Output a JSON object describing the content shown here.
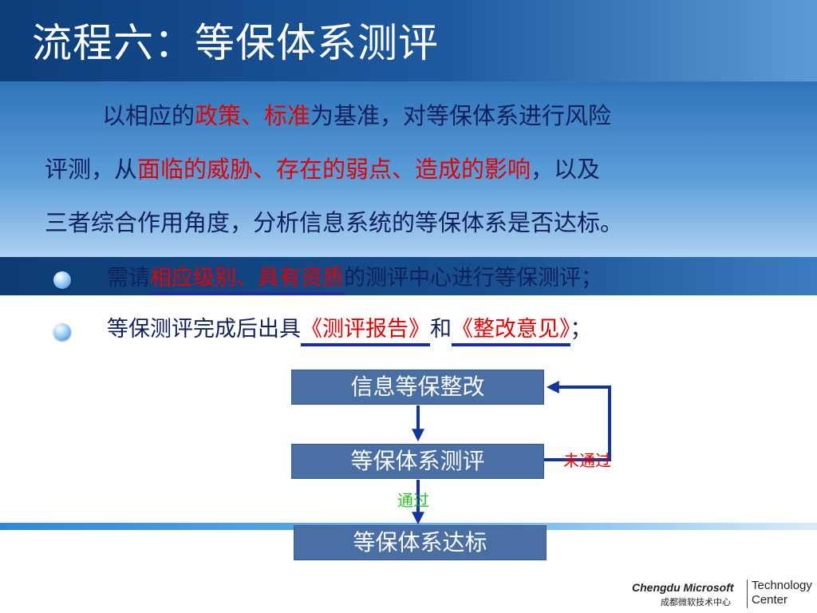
{
  "slide": {
    "title": "流程六：等保体系测评",
    "paragraph": {
      "l1_a": "以相应的",
      "l1_b": "政策、标准",
      "l1_c": "为基准，对等保体系进行风险",
      "l2_a": "评测，从",
      "l2_b": "面临的威胁、存在的弱点、造成的影响",
      "l2_c": "，以及",
      "l3": "三者综合作用角度，分析信息系统的等保体系是否达标。"
    },
    "bullets": [
      {
        "a": "需请",
        "b": "相应级别、具有资质",
        "c": "的测评中心进行等保测评；"
      },
      {
        "a": "等保测评完成后出具",
        "b": "《测评报告》",
        "c": "和",
        "d": "《整改意见》",
        "e": "；"
      }
    ],
    "flow": {
      "box_rectify": "信息等保整改",
      "box_assess": "等保体系测评",
      "box_pass": "等保体系达标",
      "label_fail": "未通过",
      "label_pass": "通过"
    },
    "logo": {
      "en": "Chengdu Microsoft",
      "cn": "成都微软技术中心",
      "tech_1": "Technology",
      "tech_2": "Center"
    },
    "colors": {
      "title_blue": "#0b3d78",
      "text_navy": "#10205a",
      "highlight_red": "#e60000",
      "flow_box": "#4a6fa5",
      "arrow": "#13349a",
      "pass_green": "#2dbd2d"
    }
  }
}
